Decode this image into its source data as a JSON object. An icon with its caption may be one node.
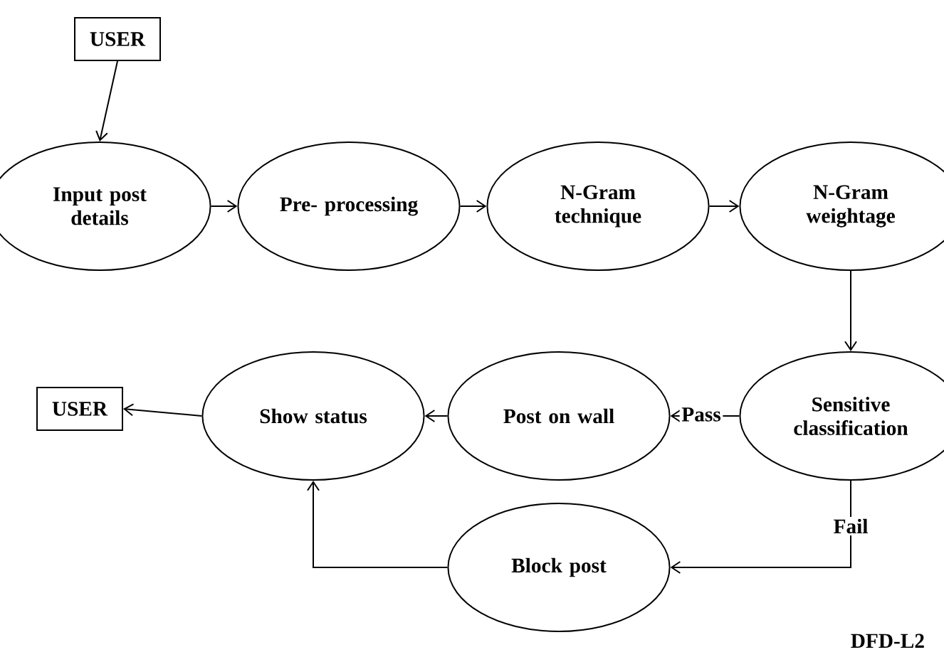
{
  "diagram": {
    "nodes": [
      {
        "text": [
          "USER"
        ]
      },
      {
        "text": [
          "Input post details"
        ]
      },
      {
        "text": [
          "Pre- processing"
        ]
      },
      {
        "text": [
          "N-Gram technique"
        ]
      },
      {
        "text": [
          "N-Gram weightage"
        ]
      },
      {
        "text": [
          "Sensitive classification"
        ]
      },
      {
        "text": [
          "Post on wall"
        ]
      },
      {
        "text": [
          "Show status"
        ]
      },
      {
        "text": [
          "USER"
        ]
      },
      {
        "text": [
          "Block post"
        ]
      }
    ],
    "edges": [
      {
        "from": 0,
        "to": 1,
        "arrow": "to"
      },
      {
        "from": 1,
        "to": 2,
        "arrow": "to"
      },
      {
        "from": 2,
        "to": 3,
        "arrow": "to"
      },
      {
        "from": 3,
        "to": 4,
        "arrow": "to"
      },
      {
        "from": 4,
        "to": 5,
        "arrow": "to"
      },
      {
        "from": 5,
        "to": 6,
        "arrow": "to",
        "label": "Pass"
      },
      {
        "from": 6,
        "to": 7,
        "arrow": "to"
      },
      {
        "from": 7,
        "to": 8,
        "arrow": "to"
      },
      {
        "from": 5,
        "to": 9,
        "arrow": "to",
        "label": "Fail"
      },
      {
        "from": 9,
        "to": 7,
        "arrow": "to"
      }
    ],
    "labels": [
      "DFD-L2"
    ]
  }
}
